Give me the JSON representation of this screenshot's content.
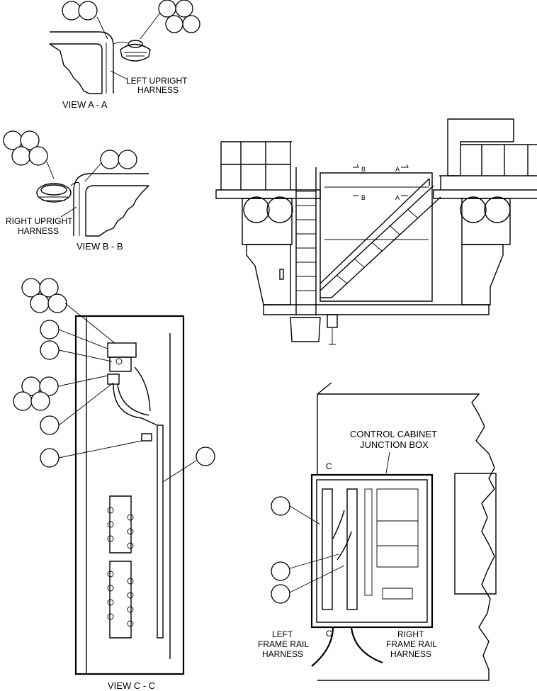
{
  "views": {
    "a": {
      "title": "VIEW  A - A",
      "harness_line1": "LEFT UPRIGHT",
      "harness_line2": "HARNESS"
    },
    "b": {
      "title": "VIEW  B - B",
      "harness_line1": "RIGHT UPRIGHT",
      "harness_line2": "HARNESS"
    },
    "c": {
      "title": "VIEW  C - C"
    }
  },
  "truck": {
    "section_b": "B",
    "section_a": "A"
  },
  "cabinet": {
    "title_line1": "CONTROL CABINET",
    "title_line2": "JUNCTION BOX",
    "section_c": "C",
    "left_harness_line1": "LEFT",
    "left_harness_line2": "FRAME RAIL",
    "left_harness_line3": "HARNESS",
    "right_harness_line1": "RIGHT",
    "right_harness_line2": "FRAME RAIL",
    "right_harness_line3": "HARNESS"
  }
}
